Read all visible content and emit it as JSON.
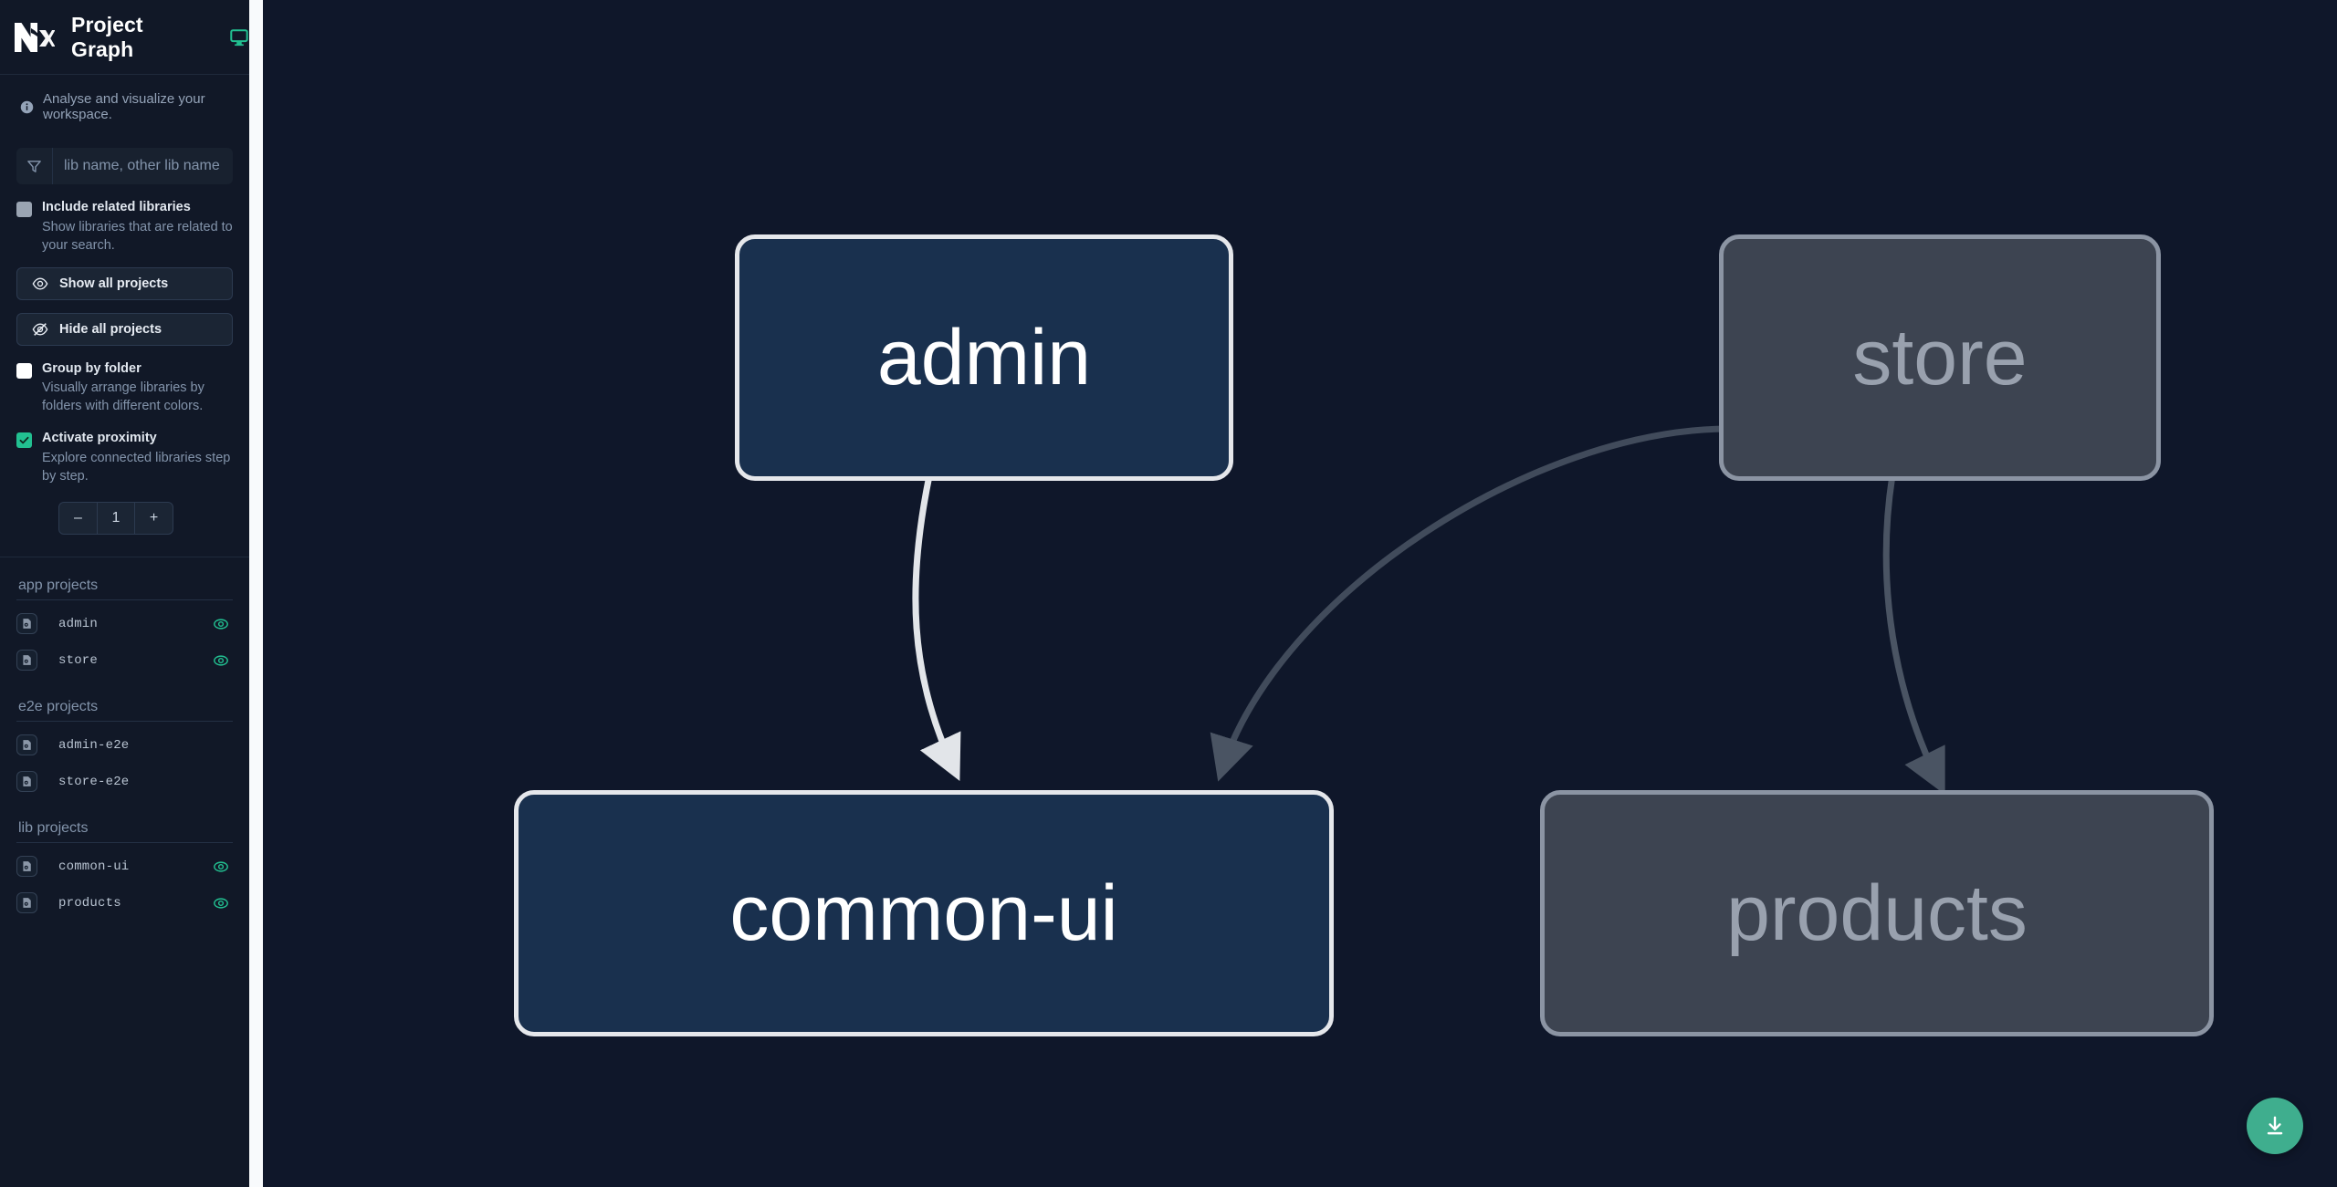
{
  "header": {
    "title": "Project Graph",
    "logo_name": "nx-logo",
    "monitor_icon": "monitor-icon"
  },
  "sidebar": {
    "note": "Analyse and visualize your workspace.",
    "search": {
      "placeholder": "lib name, other lib name",
      "value": "",
      "icon": "funnel-icon"
    },
    "options": [
      {
        "id": "include-related-libraries",
        "title": "Include related libraries",
        "desc": "Show libraries that are related to your search.",
        "state": "gray"
      },
      {
        "id": "group-by-folder",
        "title": "Group by folder",
        "desc": "Visually arrange libraries by folders with different colors.",
        "state": "white"
      },
      {
        "id": "activate-proximity",
        "title": "Activate proximity",
        "desc": "Explore connected libraries step by step.",
        "state": "green"
      }
    ],
    "buttons": [
      {
        "id": "show-all-projects",
        "label": "Show all projects",
        "icon": "eye-icon"
      },
      {
        "id": "hide-all-projects",
        "label": "Hide all projects",
        "icon": "eye-off-icon"
      }
    ],
    "stepper": {
      "minus_label": "–",
      "value": "1",
      "plus_label": "+"
    },
    "groups": [
      {
        "title": "app projects",
        "projects": [
          {
            "name": "admin",
            "visible": true
          },
          {
            "name": "store",
            "visible": true
          }
        ]
      },
      {
        "title": "e2e projects",
        "projects": [
          {
            "name": "admin-e2e",
            "visible": false
          },
          {
            "name": "store-e2e",
            "visible": false
          }
        ]
      },
      {
        "title": "lib projects",
        "projects": [
          {
            "name": "common-ui",
            "visible": true
          },
          {
            "name": "products",
            "visible": true
          }
        ]
      }
    ]
  },
  "graph": {
    "nodes": [
      {
        "id": "admin",
        "label": "admin",
        "state": "focused"
      },
      {
        "id": "store",
        "label": "store",
        "state": "dimmed"
      },
      {
        "id": "common-ui",
        "label": "common-ui",
        "state": "focused"
      },
      {
        "id": "products",
        "label": "products",
        "state": "dimmed"
      }
    ],
    "edges": [
      {
        "from": "admin",
        "to": "common-ui",
        "state": "highlighted"
      },
      {
        "from": "store",
        "to": "common-ui",
        "state": "dimmed"
      },
      {
        "from": "store",
        "to": "products",
        "state": "dimmed"
      }
    ]
  },
  "download_button": {
    "icon": "download-icon",
    "color": "#3fae8e"
  },
  "colors": {
    "background": "#0f172a",
    "sidebar": "#111827",
    "accent_green": "#22c091",
    "node_focused_fill": "#19304e",
    "node_focused_border": "#e5e7eb",
    "node_dimmed_fill": "#3d4451",
    "node_dimmed_border": "#8b94a3"
  }
}
